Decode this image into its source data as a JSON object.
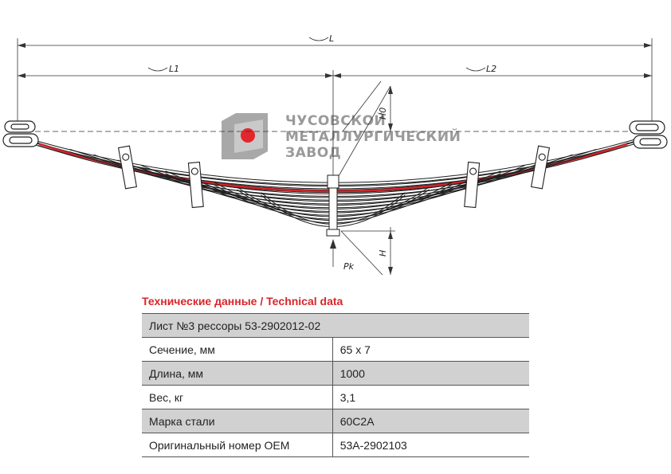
{
  "drawing": {
    "dimensions": {
      "total_length": "L",
      "left_length": "L1",
      "right_length": "L2",
      "height_free": "H0",
      "height_loaded": "H",
      "load": "Pk"
    }
  },
  "logo": {
    "line1": "ЧУСОВСКОЙ",
    "line2": "МЕТАЛЛУРГИЧЕСКИЙ",
    "line3": "ЗАВОД",
    "accent_color": "#e3262b",
    "grey_color": "#9a9a9a"
  },
  "technical": {
    "title": "Технические данные / Technical data",
    "header": "Лист №3 рессоры 53-2902012-02",
    "rows": [
      {
        "label": "Сечение, мм",
        "value": "65 х 7"
      },
      {
        "label": "Длина, мм",
        "value": "1000"
      },
      {
        "label": "Вес, кг",
        "value": "3,1"
      },
      {
        "label": "Марка стали",
        "value": "60С2А"
      },
      {
        "label": "Оригинальный номер OEM",
        "value": "53А-2902103"
      }
    ]
  },
  "colors": {
    "title_red": "#d7262b",
    "highlight_leaf": "#d0242a",
    "table_shade": "#d1d1d1"
  }
}
